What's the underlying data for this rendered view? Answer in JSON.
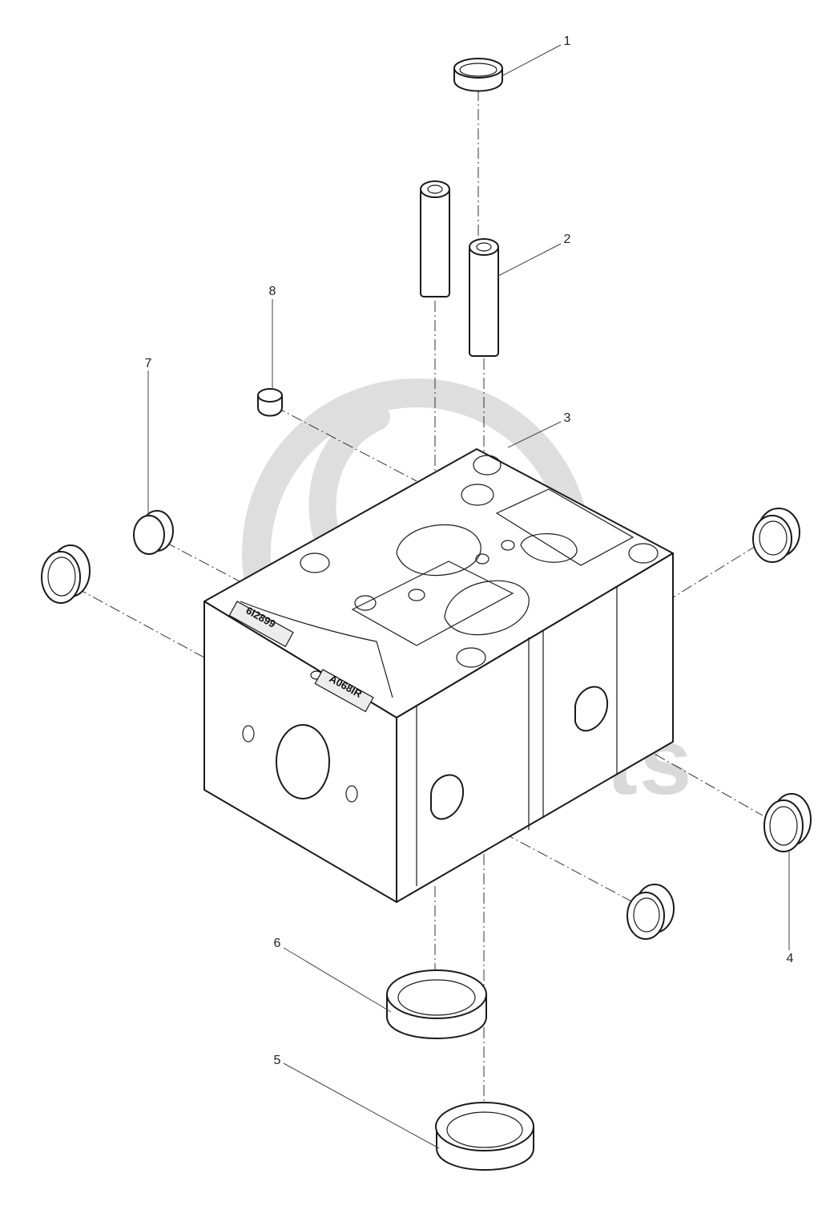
{
  "watermark": {
    "text": "data-parts",
    "color": "#d9d9d9"
  },
  "block": {
    "stamp_left": "6I2899",
    "stamp_right": "A068IR"
  },
  "callouts": [
    {
      "number": "1"
    },
    {
      "number": "2"
    },
    {
      "number": "3"
    },
    {
      "number": "4"
    },
    {
      "number": "5"
    },
    {
      "number": "6"
    },
    {
      "number": "7"
    },
    {
      "number": "8"
    }
  ]
}
